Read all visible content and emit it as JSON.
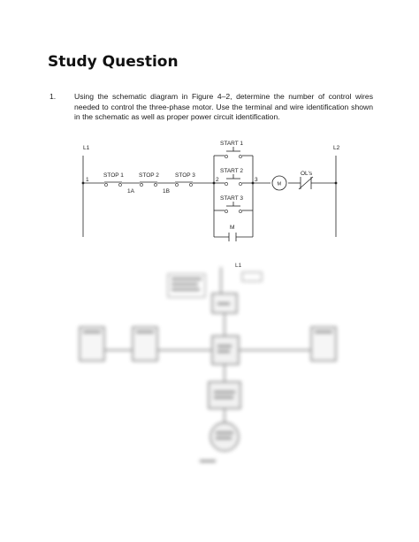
{
  "document": {
    "title": "Study Question",
    "question": {
      "number": "1.",
      "text": "Using the schematic diagram in Figure 4–2, determine the number of control wires needed to control the three-phase motor. Use the terminal and wire identification shown in the schematic as well as proper power circuit identification."
    }
  },
  "schematic": {
    "rail_left": "L1",
    "rail_right": "L2",
    "node_1": "1",
    "node_2": "2",
    "node_3": "3",
    "stop_1": "STOP 1",
    "stop_2": "STOP 2",
    "stop_3": "STOP 3",
    "wire_1a": "1A",
    "wire_1b": "1B",
    "start_1": "START 1",
    "start_2": "START 2",
    "start_3": "START 3",
    "motor": "M",
    "overload": "OL's",
    "aux_contact": "M"
  },
  "blurred_figure": {
    "top_label": "L1"
  }
}
